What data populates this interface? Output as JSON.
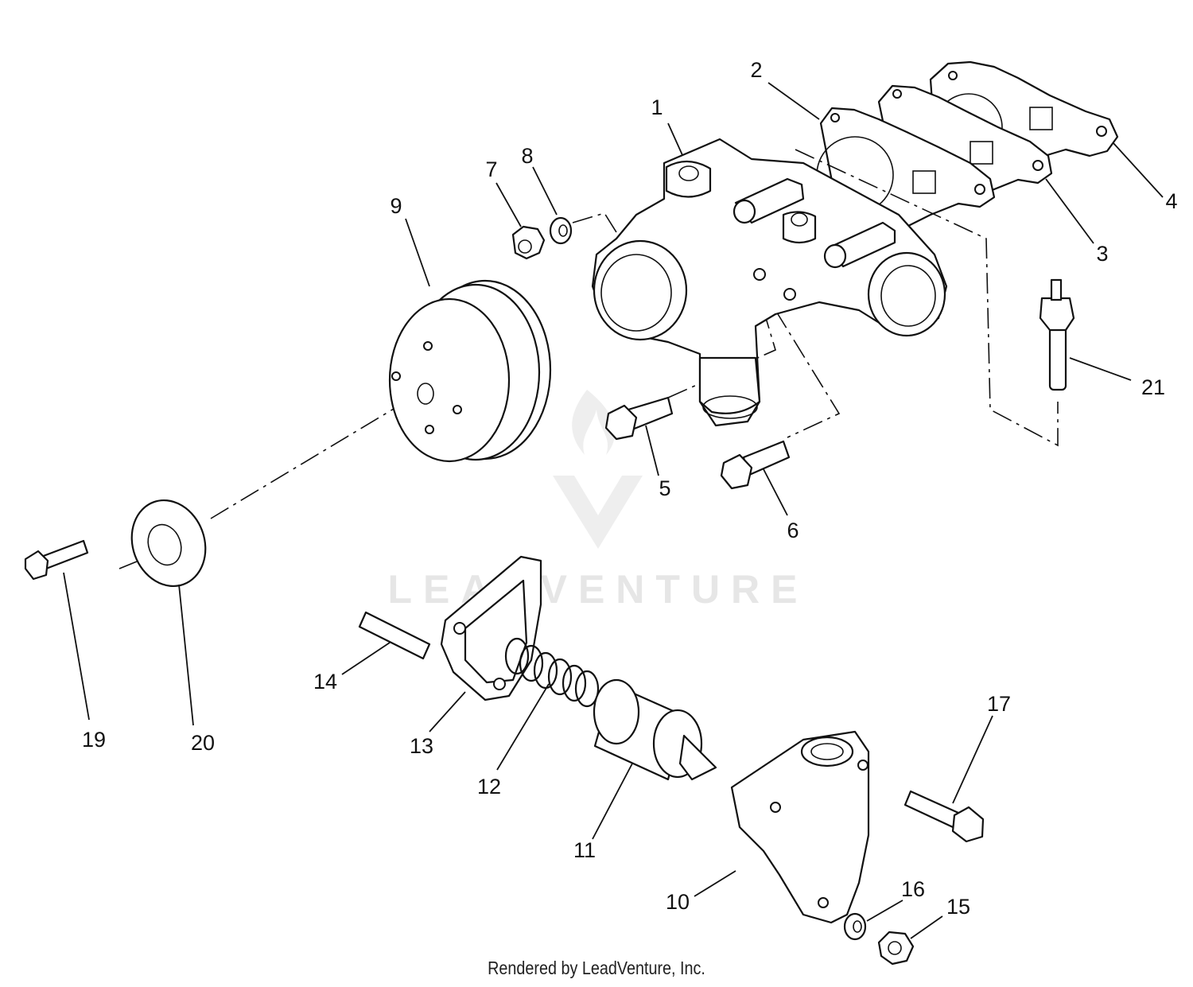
{
  "watermark": {
    "text": "LEADVENTURE",
    "logo": "leadventure-flame-v-logo"
  },
  "footer": {
    "text": "Rendered by LeadVenture, Inc."
  },
  "callouts": [
    {
      "id": "1",
      "label": "1"
    },
    {
      "id": "2",
      "label": "2"
    },
    {
      "id": "3",
      "label": "3"
    },
    {
      "id": "4",
      "label": "4"
    },
    {
      "id": "5",
      "label": "5"
    },
    {
      "id": "6",
      "label": "6"
    },
    {
      "id": "7",
      "label": "7"
    },
    {
      "id": "8",
      "label": "8"
    },
    {
      "id": "9",
      "label": "9"
    },
    {
      "id": "10",
      "label": "10"
    },
    {
      "id": "11",
      "label": "11"
    },
    {
      "id": "12",
      "label": "12"
    },
    {
      "id": "13",
      "label": "13"
    },
    {
      "id": "14",
      "label": "14"
    },
    {
      "id": "15",
      "label": "15"
    },
    {
      "id": "16",
      "label": "16"
    },
    {
      "id": "17",
      "label": "17"
    },
    {
      "id": "19",
      "label": "19"
    },
    {
      "id": "20",
      "label": "20"
    },
    {
      "id": "21",
      "label": "21"
    }
  ]
}
